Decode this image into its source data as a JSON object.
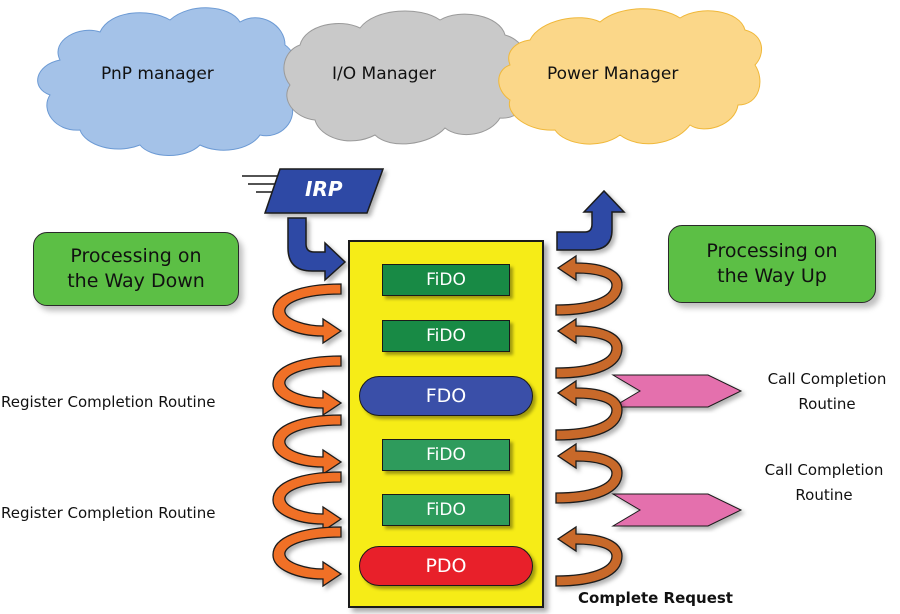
{
  "clouds": [
    {
      "id": "pnp",
      "label": "PnP manager",
      "color": "#a4c2e8"
    },
    {
      "id": "io",
      "label": "I/O Manager",
      "color": "#c9c9c9"
    },
    {
      "id": "power",
      "label": "Power Manager",
      "color": "#fbd789"
    }
  ],
  "irp": {
    "label": "IRP",
    "color": "#2f4aa5"
  },
  "phases": {
    "down": {
      "line1": "Processing on",
      "line2": "the Way Down"
    },
    "up": {
      "line1": "Processing on",
      "line2": "the Way Up"
    },
    "color": "#5cbf45"
  },
  "stack": {
    "color": "#f6ec17",
    "nodes": [
      {
        "label": "FiDO",
        "kind": "filter",
        "color": "#188a45"
      },
      {
        "label": "FiDO",
        "kind": "filter",
        "color": "#188a45"
      },
      {
        "label": "FDO",
        "kind": "function",
        "color": "#3a4fa8"
      },
      {
        "label": "FiDO",
        "kind": "filter",
        "color": "#2e9b5c"
      },
      {
        "label": "FiDO",
        "kind": "filter",
        "color": "#2e9b5c"
      },
      {
        "label": "PDO",
        "kind": "physical",
        "color": "#e8202a"
      }
    ]
  },
  "left_labels": [
    "Register Completion Routine",
    "Register Completion Routine"
  ],
  "right_labels": [
    {
      "line1": "Call Completion",
      "line2": "Routine"
    },
    {
      "line1": "Call Completion",
      "line2": "Routine"
    }
  ],
  "complete_request": "Complete Request",
  "arrows": {
    "down_count": 5,
    "up_count": 5,
    "down_color": "#f07028",
    "up_color": "#c8692a",
    "pink_color": "#e46fad",
    "blue_color": "#2f4aa5"
  }
}
